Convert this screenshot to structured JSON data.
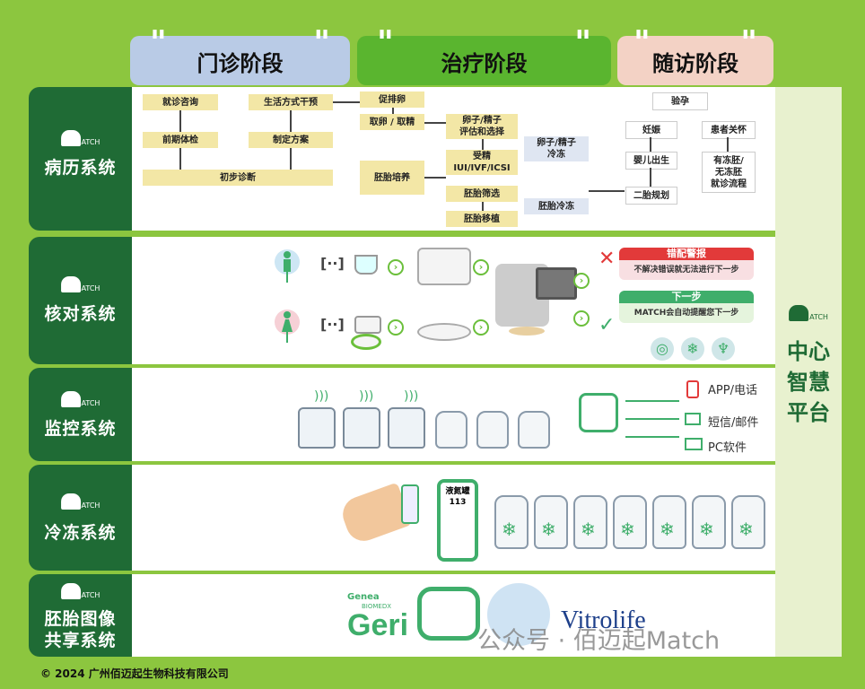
{
  "stages": [
    "门诊阶段",
    "治疗阶段",
    "随访阶段"
  ],
  "systems": [
    "病历系统",
    "核对系统",
    "监控系统",
    "冷冻系统",
    "胚胎图像",
    "共享系统"
  ],
  "logo_text": "ATCH",
  "medical_flow": {
    "b1": "就诊咨询",
    "b2": "生活方式干预",
    "b3": "前期体检",
    "b4": "制定方案",
    "b5": "初步诊断",
    "b6": "促排卵",
    "b7": "取卵 / 取精",
    "b8": "卵子/精子\n评估和选择",
    "b9": "卵子/精子\n冷冻",
    "b10": "受精\nIUI/IVF/ICSI",
    "b11": "胚胎培养",
    "b12": "胚胎筛选",
    "b13": "胚胎冷冻",
    "b14": "胚胎移植",
    "f1": "验孕",
    "f2": "妊娠",
    "f3": "患者关怀",
    "f4": "婴儿出生",
    "f5": "有冻胚/\n无冻胚\n就诊流程",
    "f6": "二胎规划"
  },
  "check": {
    "error_title": "错配警报",
    "error_text": "不解决错误就无法进行下一步",
    "next_title": "下一步",
    "next_text": "MATCH会自动提醒您下一步"
  },
  "monitor": {
    "app": "APP/电话",
    "sms": "短信/邮件",
    "pc": "PC软件"
  },
  "freeze": {
    "tank_label": "液氮罐",
    "tank_no": "113"
  },
  "brands": {
    "genea": "Genea",
    "biomedx": "BIOMEDX",
    "geri": "Geri",
    "vitrolife": "Vitrolife"
  },
  "watermark": "公众号 · 佰迈起Match",
  "platform": [
    "中心",
    "智慧",
    "平台"
  ],
  "footer": "© 2024 广州佰迈起生物科技有限公司",
  "colors": {
    "bg": "#8cc63f",
    "dark_green": "#1f6b35",
    "stage1": "#b9cbe6",
    "stage2": "#5ab52f",
    "stage3": "#f3d2c5"
  }
}
